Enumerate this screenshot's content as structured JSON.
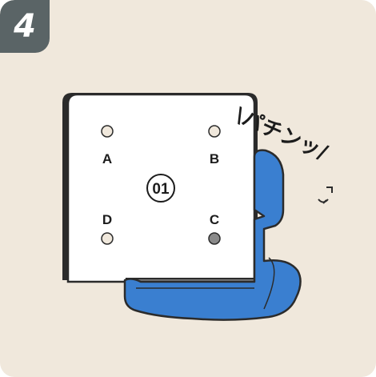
{
  "step": {
    "number": "4"
  },
  "card": {
    "code": "01",
    "points": {
      "a": "A",
      "b": "B",
      "c": "C",
      "d": "D"
    }
  },
  "sound_effect": "\\パチンッ/",
  "colors": {
    "panel_background": "#f0e8dc",
    "badge": "#5a6466",
    "card": "#ffffff",
    "outline": "#2b2b2b",
    "glove_blue": "#3a7fd0",
    "dot_empty": "#f0e8dc",
    "dot_filled": "#8a8a8a"
  }
}
